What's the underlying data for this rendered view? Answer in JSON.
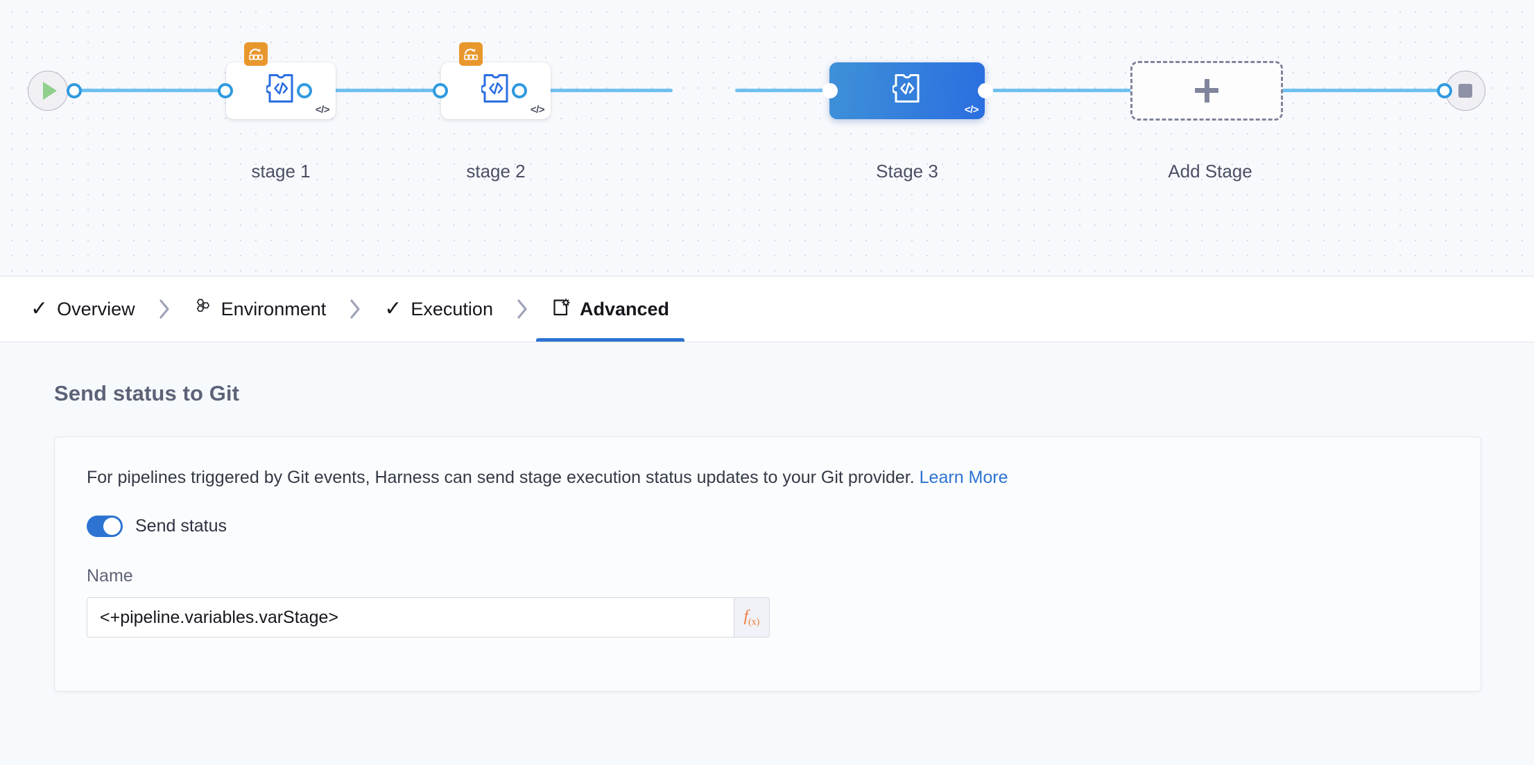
{
  "canvas": {
    "start_node": {
      "name": "start-node",
      "icon": "play-icon"
    },
    "end_node": {
      "name": "end-node",
      "icon": "stop-icon"
    },
    "stages": [
      {
        "label": "stage 1",
        "type": "custom-stage",
        "selected": false,
        "has_rollback_badge": true,
        "code_marker": "</>"
      },
      {
        "label": "stage 2",
        "type": "custom-stage",
        "selected": false,
        "has_rollback_badge": true,
        "code_marker": "</>"
      },
      {
        "label": "Stage 3",
        "type": "custom-stage",
        "selected": true,
        "has_rollback_badge": false,
        "code_marker": "</>"
      }
    ],
    "add_stage": {
      "label": "Add Stage",
      "icon": "plus-icon"
    },
    "colors": {
      "connector": "#6fc0f0",
      "selected_node_start": "#3f91d8",
      "selected_node_end": "#2a6ee0",
      "rollback_badge": "#e8972d",
      "play": "#8fd08a",
      "stop": "#8f92a6"
    }
  },
  "tabs": [
    {
      "label": "Overview",
      "icon": "check-icon",
      "active": false
    },
    {
      "label": "Environment",
      "icon": "hexagons-icon",
      "active": false
    },
    {
      "label": "Execution",
      "icon": "check-icon",
      "active": false
    },
    {
      "label": "Advanced",
      "icon": "square-gear-icon",
      "active": true
    }
  ],
  "tab_separator_icon": "chevron-right-icon",
  "content": {
    "section_title": "Send status to Git",
    "description_prefix": "For pipelines triggered by Git events, Harness can send stage execution status updates to your Git provider. ",
    "learn_more_label": "Learn More",
    "toggle": {
      "label": "Send status",
      "enabled": true
    },
    "name_field": {
      "label": "Name",
      "value": "<+pipeline.variables.varStage>",
      "placeholder": "Name",
      "expression_button": "f(x)"
    }
  },
  "colors": {
    "accent_blue": "#2d73d2",
    "link_blue": "#2d73d2",
    "fx_orange": "#ef7a34",
    "page_bg": "#f7fafd",
    "canvas_bg": "#f7f9fc"
  }
}
